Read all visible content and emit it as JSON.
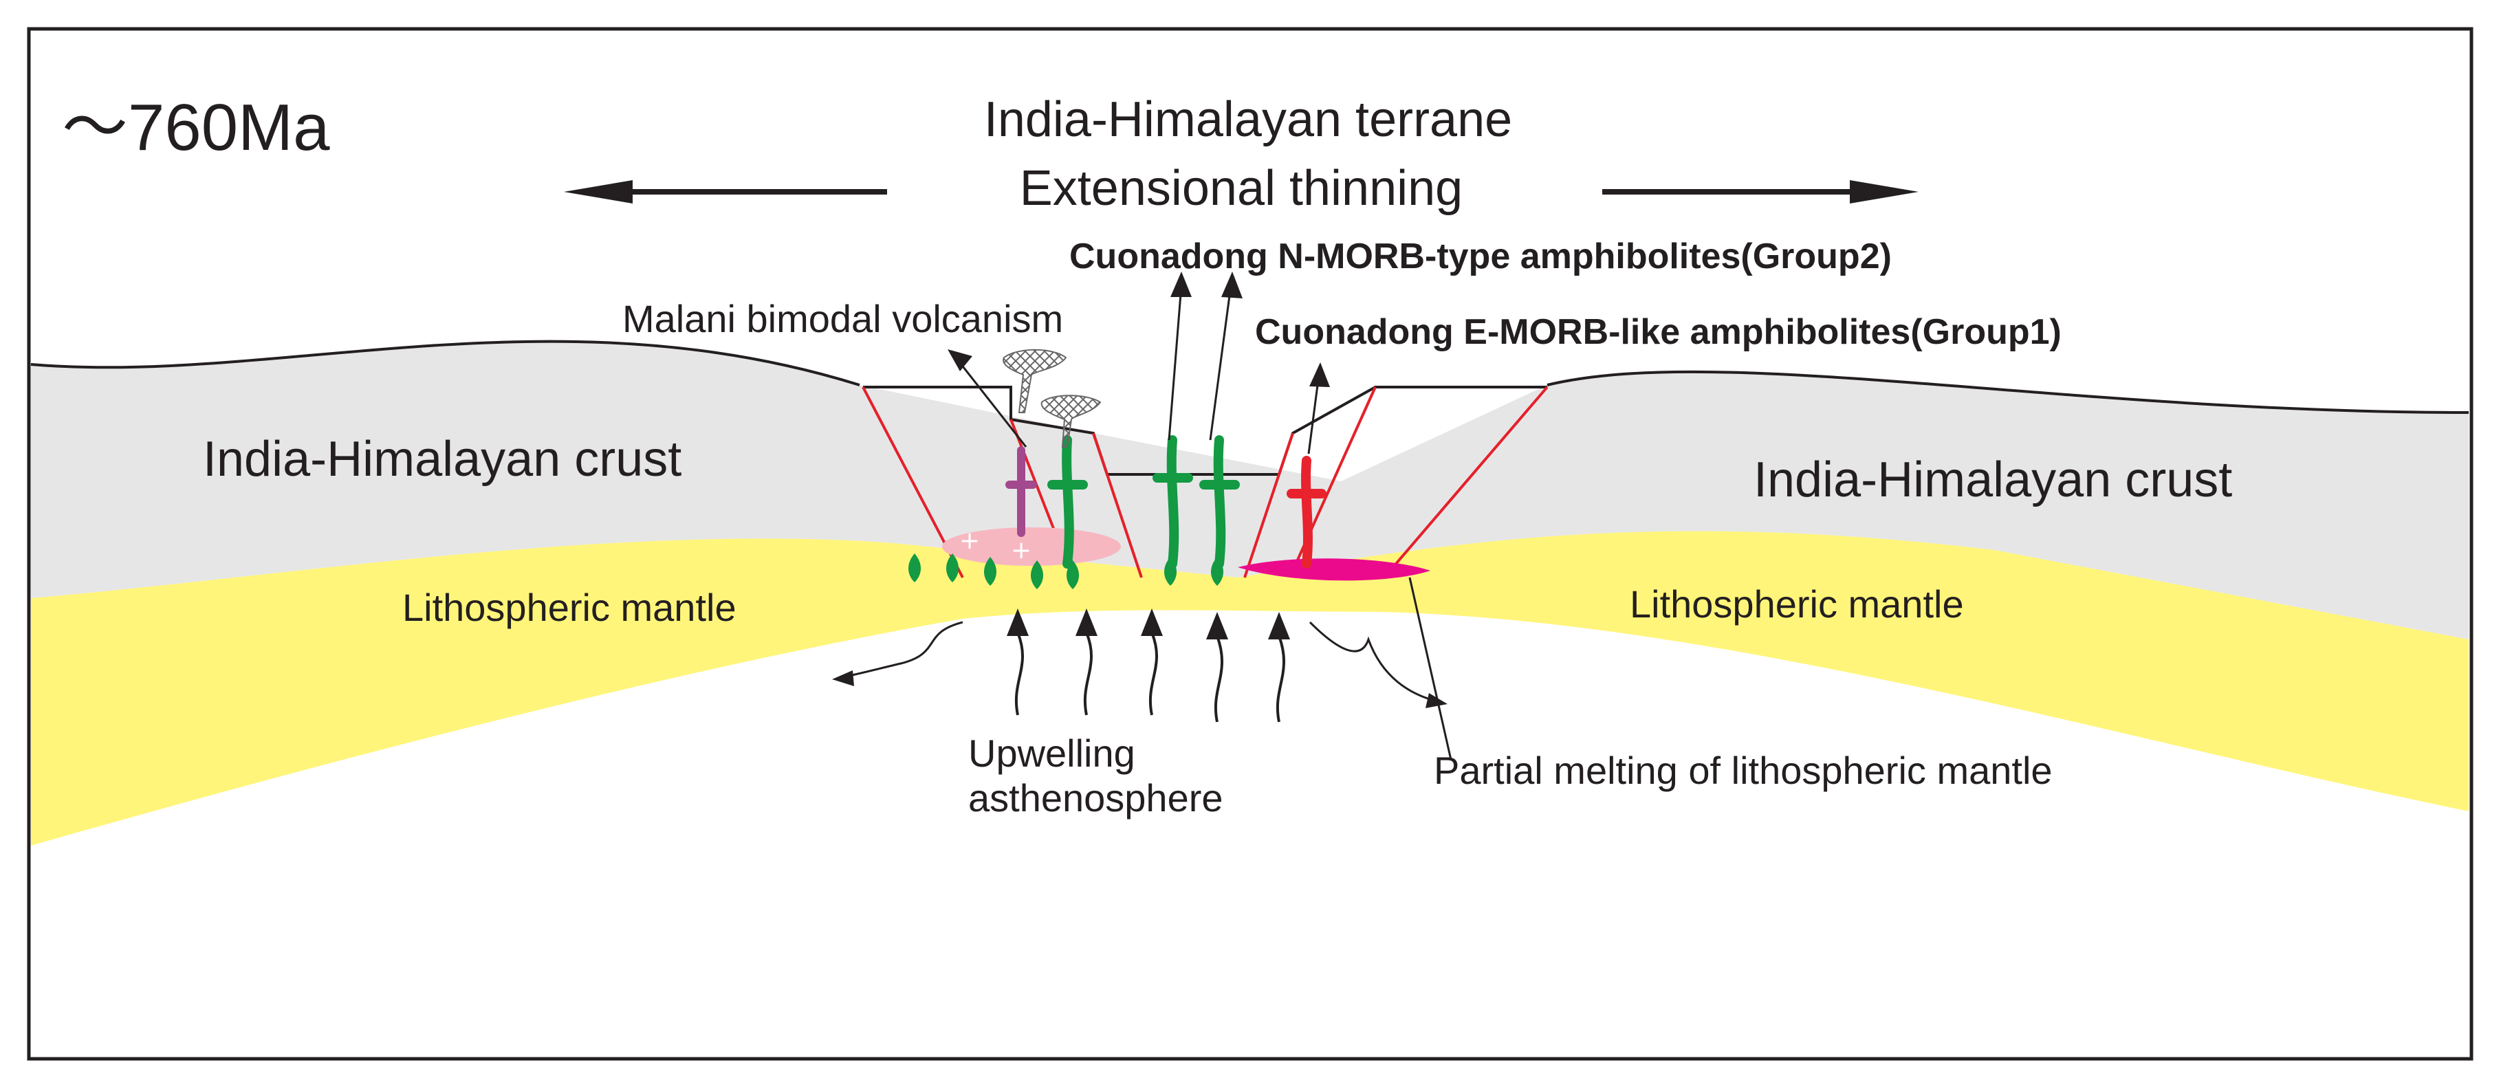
{
  "age_label": "～760Ma",
  "title_line1": "India-Himalayan terrane",
  "title_line2": "Extensional thinning",
  "labels": {
    "group2": "Cuonadong N-MORB-type amphibolites(Group2)",
    "group1": "Cuonadong E-MORB-like amphibolites(Group1)",
    "malani": "Malani bimodal volcanism",
    "crust_left": "India-Himalayan crust",
    "crust_right": "India-Himalayan crust",
    "mantle_left": "Lithospheric mantle",
    "mantle_right": "Lithospheric mantle",
    "upwelling_line1": "Upwelling",
    "upwelling_line2": "asthenosphere",
    "partial_melting": "Partial melting of lithospheric mantle"
  },
  "colors": {
    "crust": "#e6e6e7",
    "mantle": "#fff57a",
    "fault": "#e5202a",
    "group2_magma": "#139a43",
    "group1_magma": "#e8232e",
    "malani_magma": "#a3498d",
    "melt_pink": "#ec0a8c",
    "melt_light": "#f7b7c1",
    "ink": "#231f20"
  }
}
